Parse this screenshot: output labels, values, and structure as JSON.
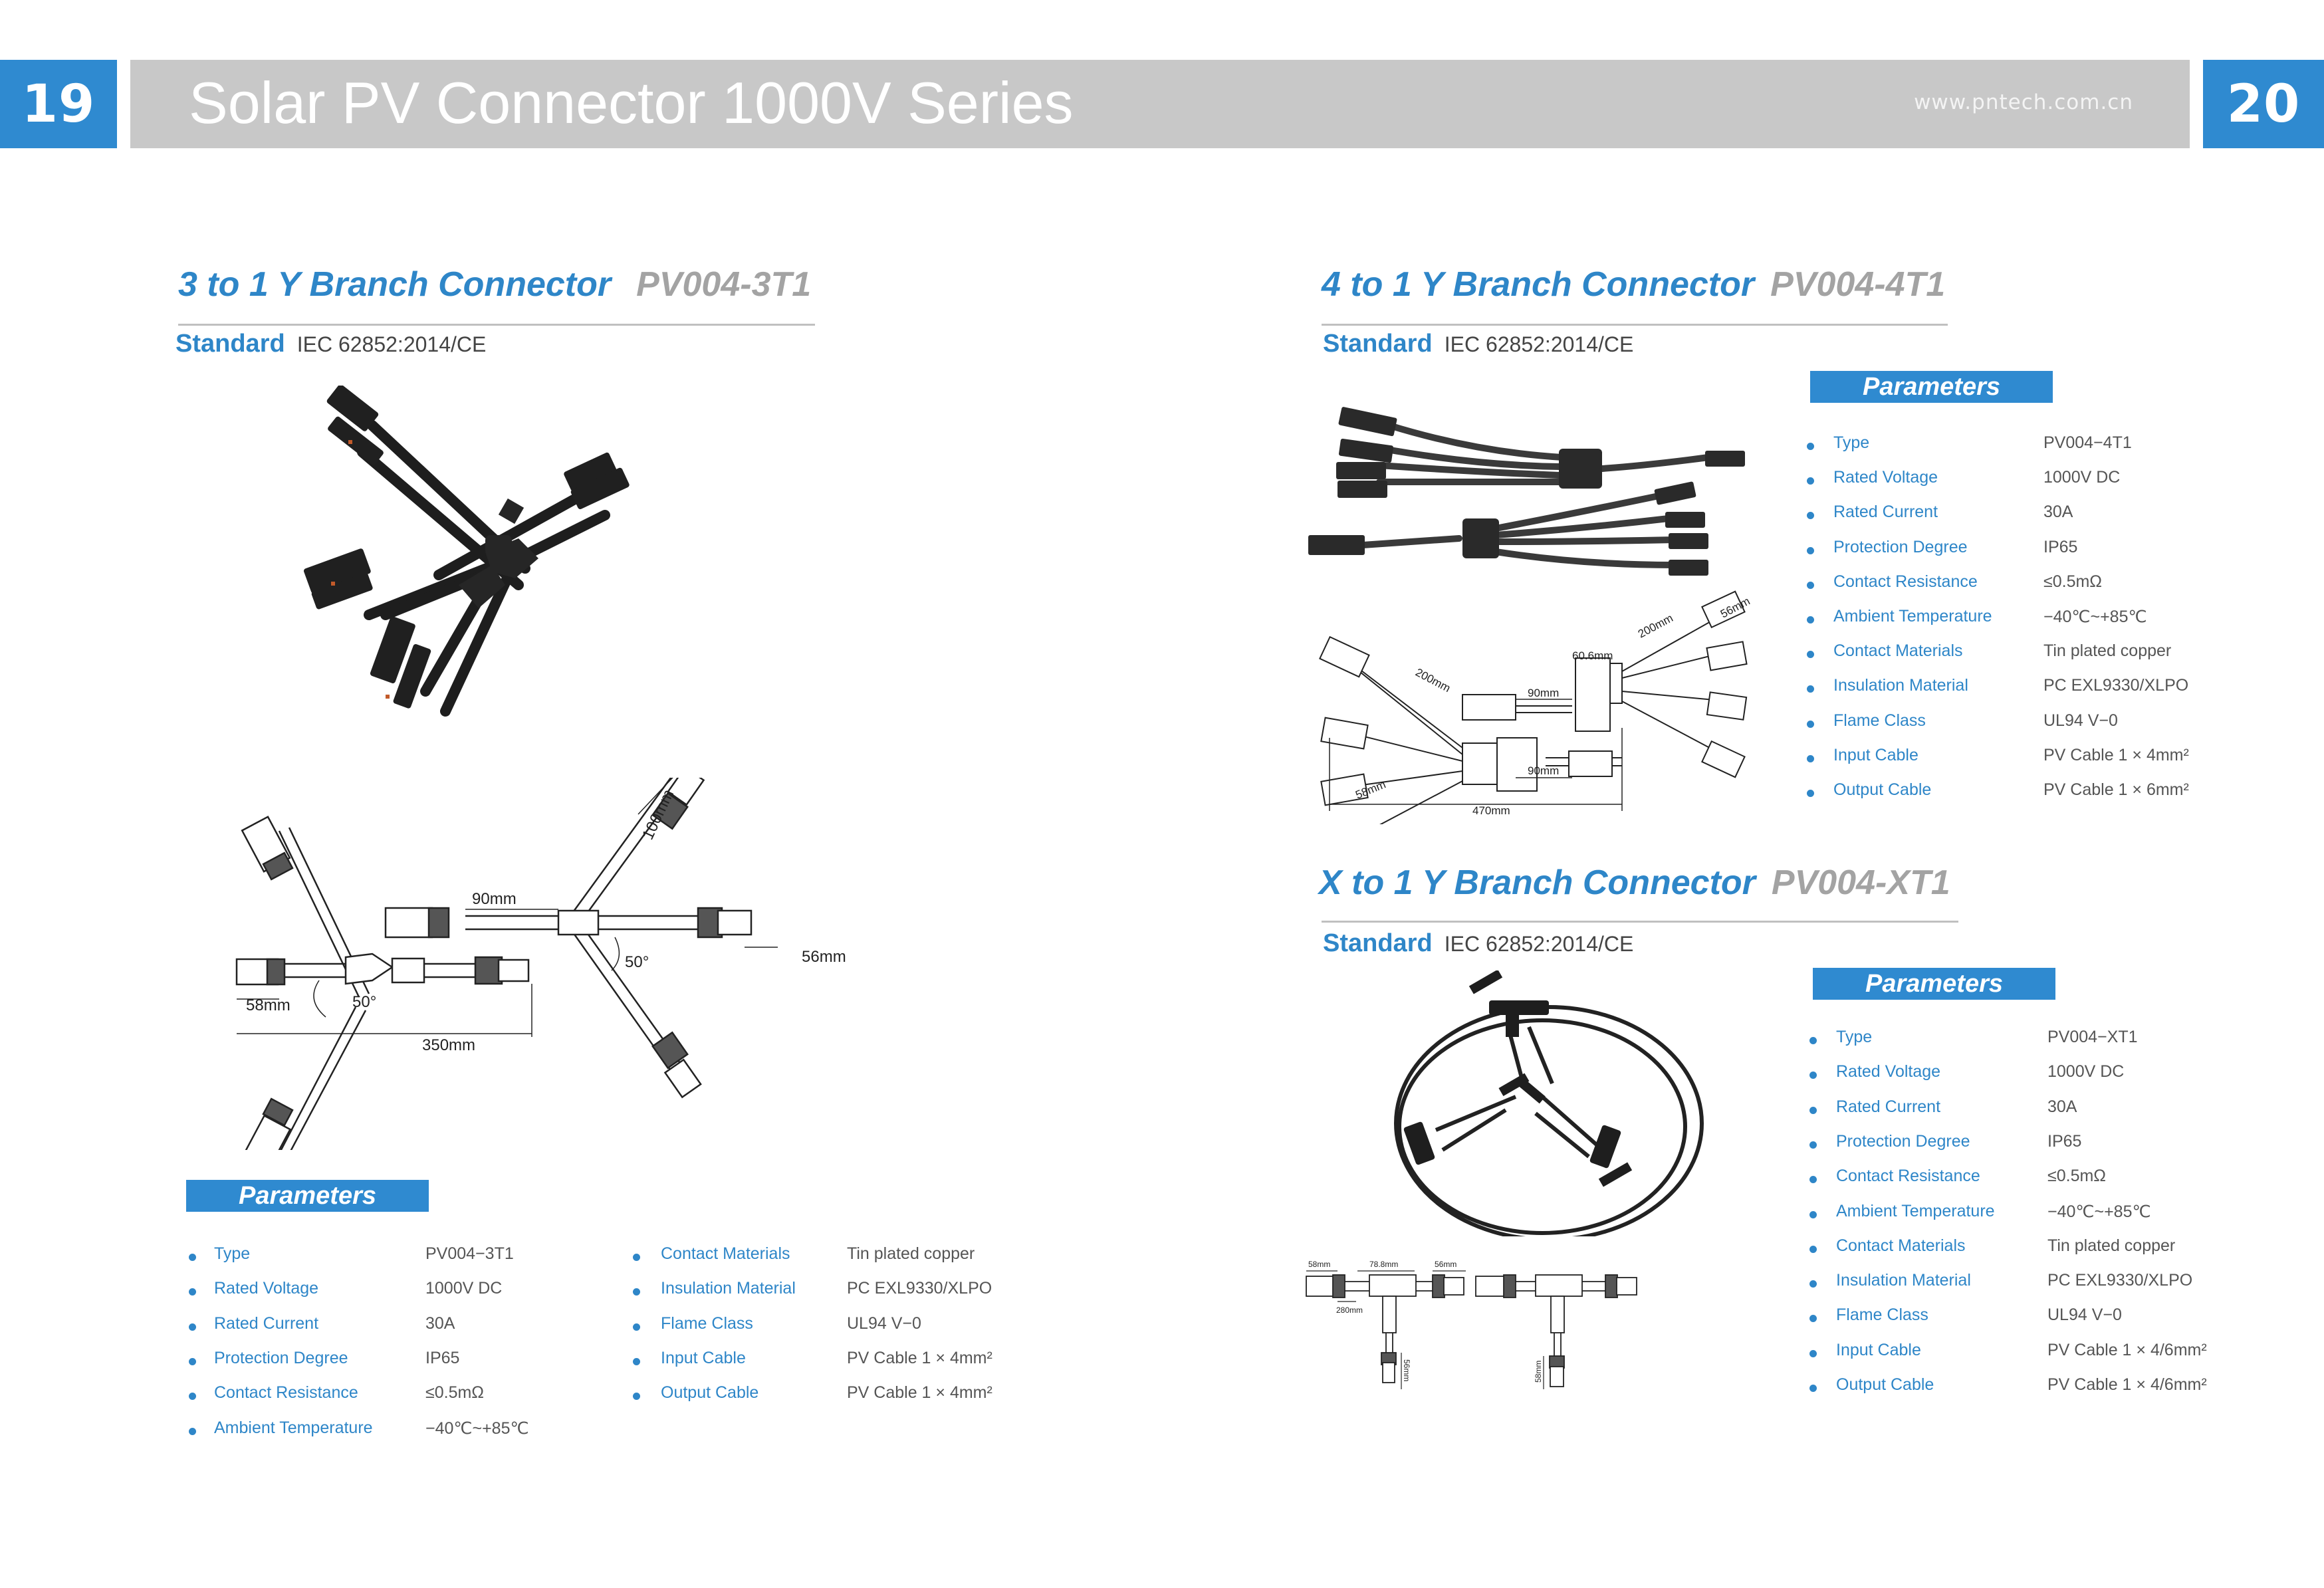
{
  "header": {
    "left_page_number": "19",
    "right_page_number": "20",
    "title": "Solar PV Connector 1000V Series",
    "website": "www.pntech.com.cn",
    "colors": {
      "accent_blue": "#2f8ad0",
      "bar_gray": "#c8c8c8",
      "label_blue": "#2e86c8",
      "code_gray": "#a3a3a3"
    }
  },
  "products": [
    {
      "title": "3 to 1 Y Branch Connector",
      "code": "PV004-3T1",
      "standard_label": "Standard",
      "standard_value": "IEC 62852:2014/CE",
      "parameters_label": "Parameters",
      "parameters": [
        {
          "label": "Type",
          "value": "PV004−3T1"
        },
        {
          "label": "Rated Voltage",
          "value": "1000V DC"
        },
        {
          "label": "Rated Current",
          "value": "30A"
        },
        {
          "label": "Protection Degree",
          "value": "IP65"
        },
        {
          "label": "Contact Resistance",
          "value": "≤0.5mΩ"
        },
        {
          "label": "Ambient Temperature",
          "value": "−40℃~+85℃"
        },
        {
          "label": "Contact Materials",
          "value": "Tin plated copper"
        },
        {
          "label": "Insulation Material",
          "value": "PC EXL9330/XLPO"
        },
        {
          "label": "Flame Class",
          "value": "UL94 V−0"
        },
        {
          "label": "Input Cable",
          "value": "PV Cable 1 × 4mm²"
        },
        {
          "label": "Output Cable",
          "value": "PV Cable 1 × 4mm²"
        }
      ],
      "drawing_dimensions": {
        "branch_length": "90mm",
        "arm_length": "100mm",
        "angle_right": "50°",
        "angle_left": "50°",
        "male_connector": "56mm",
        "female_connector": "58mm",
        "overall": "350mm"
      }
    },
    {
      "title": "4 to 1 Y Branch Connector",
      "code": "PV004-4T1",
      "standard_label": "Standard",
      "standard_value": "IEC 62852:2014/CE",
      "parameters_label": "Parameters",
      "parameters": [
        {
          "label": "Type",
          "value": "PV004−4T1"
        },
        {
          "label": "Rated Voltage",
          "value": "1000V DC"
        },
        {
          "label": "Rated Current",
          "value": "30A"
        },
        {
          "label": "Protection Degree",
          "value": "IP65"
        },
        {
          "label": "Contact Resistance",
          "value": "≤0.5mΩ"
        },
        {
          "label": "Ambient Temperature",
          "value": "−40℃~+85℃"
        },
        {
          "label": "Contact Materials",
          "value": "Tin plated copper"
        },
        {
          "label": "Insulation Material",
          "value": "PC EXL9330/XLPO"
        },
        {
          "label": "Flame Class",
          "value": "UL94 V−0"
        },
        {
          "label": "Input Cable",
          "value": "PV Cable 1 × 4mm²"
        },
        {
          "label": "Output Cable",
          "value": "PV Cable 1 × 6mm²"
        }
      ],
      "drawing_dimensions": {
        "branch_right": "200mm",
        "male_connector": "56mm",
        "hub_width": "60.6mm",
        "lead_top": "90mm",
        "lead_bottom": "90mm",
        "branch_left": "200mm",
        "female_connector": "58mm",
        "overall": "470mm"
      }
    },
    {
      "title": "X to 1 Y Branch Connector",
      "code": "PV004-XT1",
      "standard_label": "Standard",
      "standard_value": "IEC 62852:2014/CE",
      "parameters_label": "Parameters",
      "parameters": [
        {
          "label": "Type",
          "value": "PV004−XT1"
        },
        {
          "label": "Rated Voltage",
          "value": "1000V DC"
        },
        {
          "label": "Rated Current",
          "value": "30A"
        },
        {
          "label": "Protection Degree",
          "value": "IP65"
        },
        {
          "label": "Contact Resistance",
          "value": "≤0.5mΩ"
        },
        {
          "label": "Ambient Temperature",
          "value": "−40℃~+85℃"
        },
        {
          "label": "Contact Materials",
          "value": "Tin plated copper"
        },
        {
          "label": "Insulation Material",
          "value": "PC EXL9330/XLPO"
        },
        {
          "label": "Flame Class",
          "value": "UL94 V−0"
        },
        {
          "label": "Input Cable",
          "value": "PV Cable 1 × 4/6mm²"
        },
        {
          "label": "Output Cable",
          "value": "PV Cable 1 × 4/6mm²"
        }
      ],
      "drawing_dimensions": {
        "female_connector": "58mm",
        "body_length": "78.8mm",
        "male_connector": "56mm",
        "lead_length": "280mm",
        "drop_male": "56mm",
        "drop_female": "58mm"
      }
    }
  ]
}
